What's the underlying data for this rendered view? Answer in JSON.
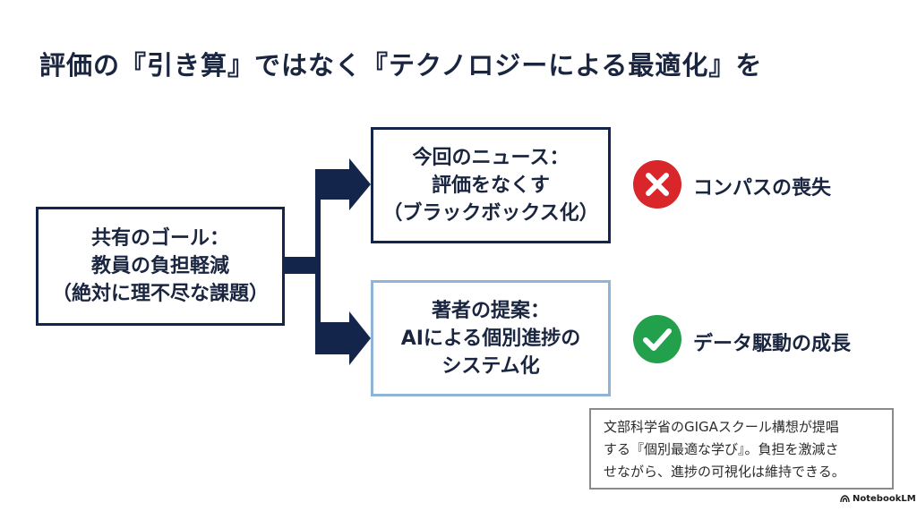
{
  "title": "評価の『引き算』ではなく『テクノロジーによる最適化』を",
  "goal_box": {
    "lines": [
      "共有のゴール：",
      "教員の負担軽減",
      "（絶対に理不尽な課題）"
    ]
  },
  "news_box": {
    "lines": [
      "今回のニュース：",
      "評価をなくす",
      "（ブラックボックス化）"
    ]
  },
  "proposal_box": {
    "lines": [
      "著者の提案：",
      "AIによる個別進捗の",
      "システム化"
    ]
  },
  "outcomes": {
    "news": {
      "icon": "cross-circle-icon",
      "color": "#d9262b",
      "label": "コンパスの喪失"
    },
    "proposal": {
      "icon": "check-circle-icon",
      "color": "#23a04c",
      "label": "データ駆動の成長"
    }
  },
  "note": {
    "lines": [
      "文部科学省のGIGAスクール構想が提唱",
      "する『個別最適な学び』。負担を激減さ",
      "せながら、進捗の可視化は維持できる。"
    ]
  },
  "brand": {
    "label": "NotebookLM",
    "icon": "notebooklm-logo-icon"
  },
  "colors": {
    "navy": "#14254b",
    "light_blue": "#8fb4d8",
    "red": "#d9262b",
    "green": "#23a04c"
  }
}
